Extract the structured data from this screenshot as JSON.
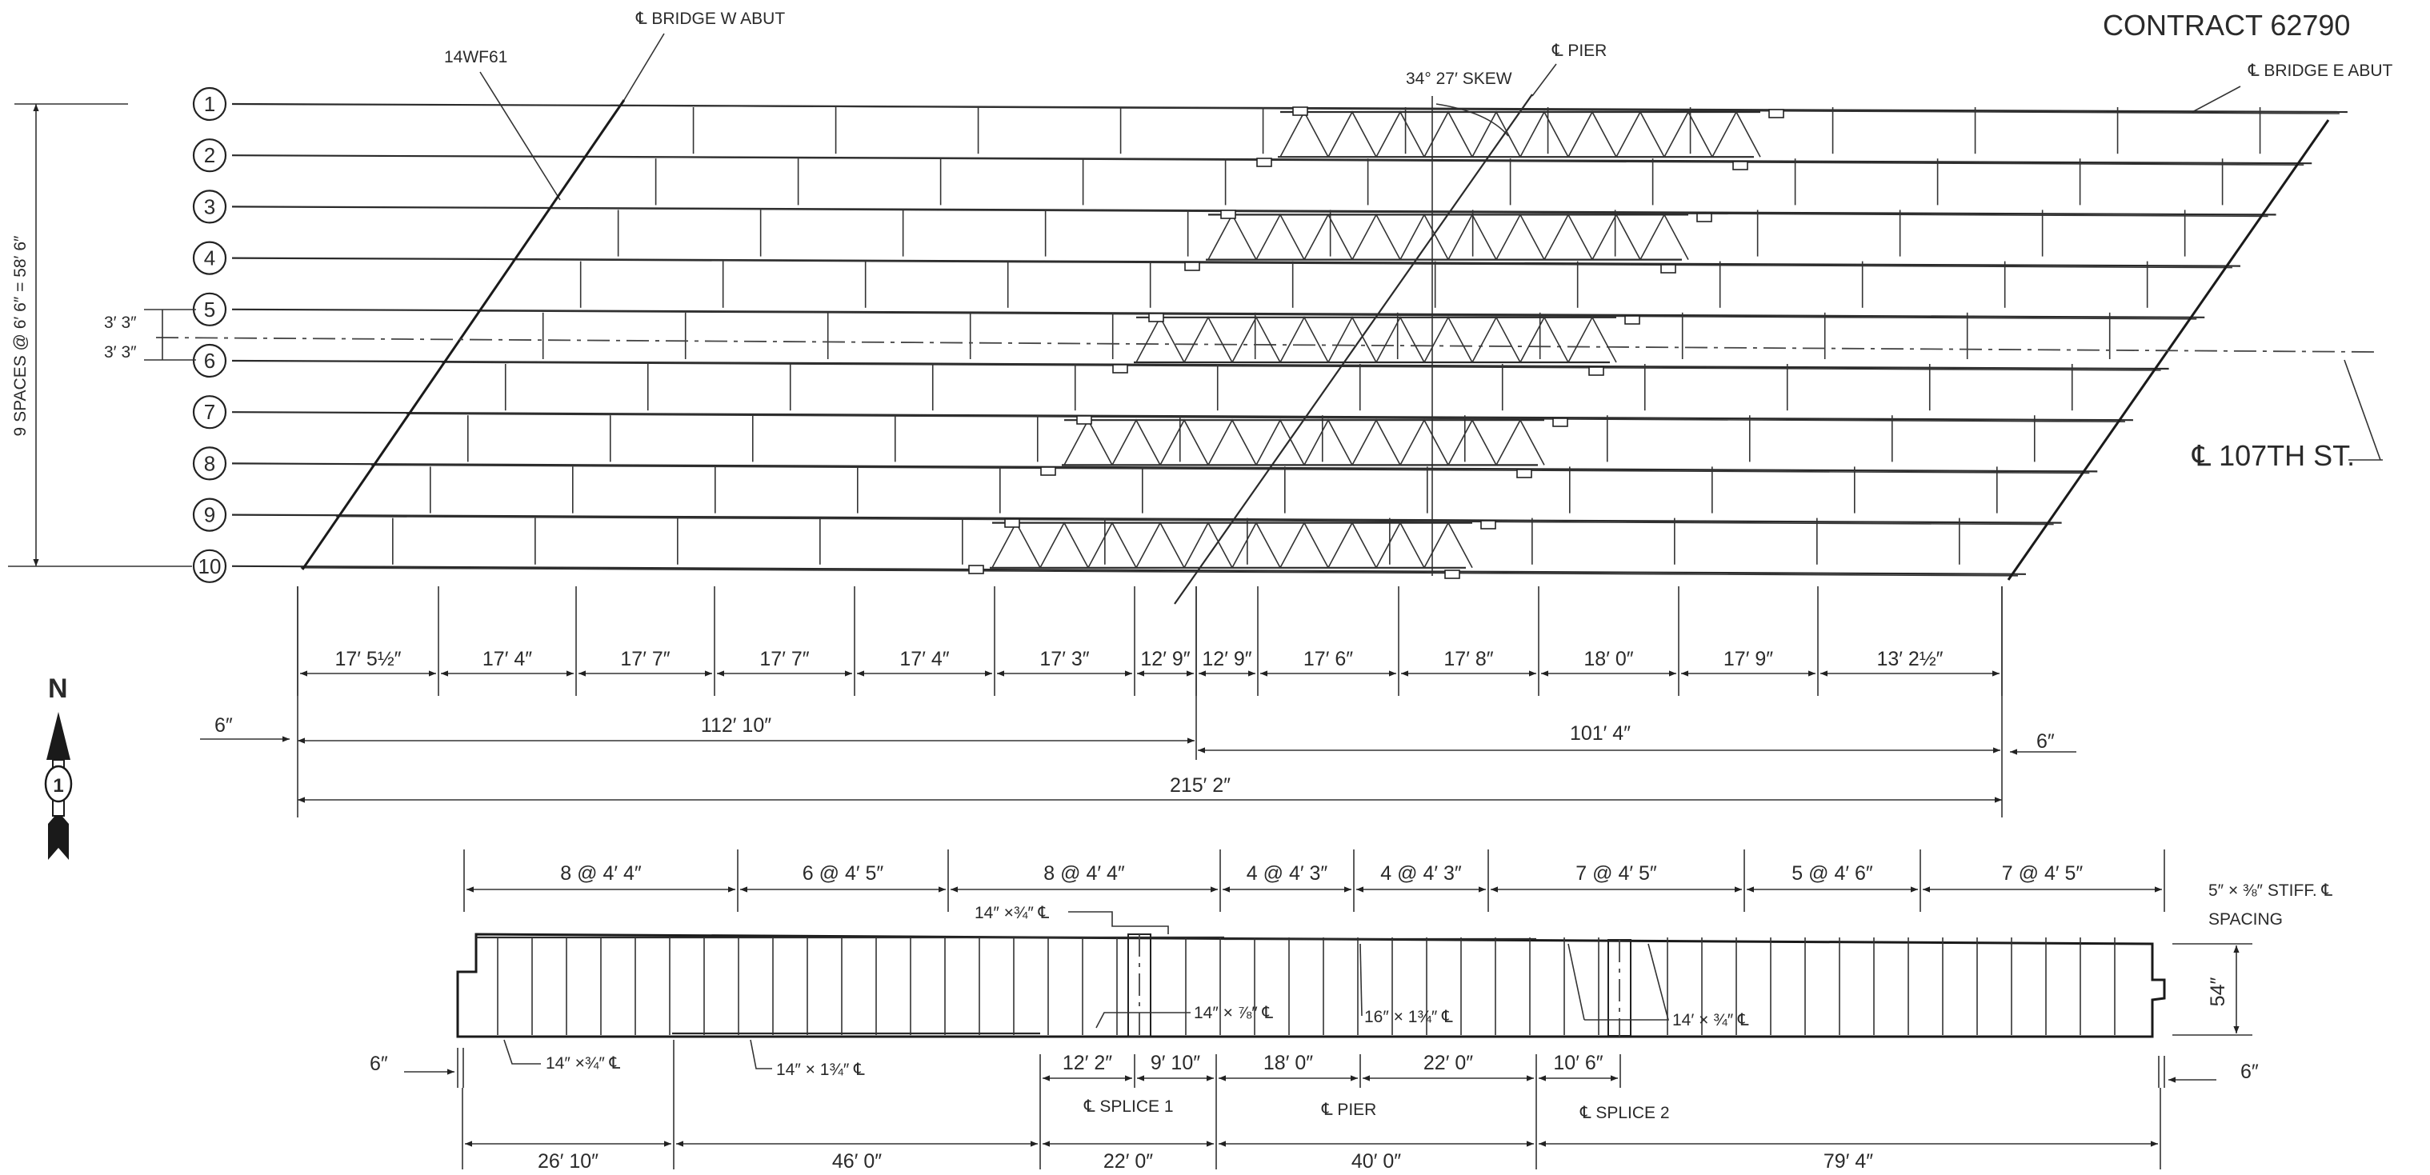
{
  "header": {
    "contract": "CONTRACT 62790",
    "girder_size": "14WF61",
    "west_abutment": "℄ BRIDGE W ABUT",
    "east_abutment": "℄ BRIDGE E ABUT",
    "pier": "℄ PIER",
    "skew": "34° 27′ SKEW",
    "street_cl": "℄ 107TH ST."
  },
  "girders": [
    "1",
    "2",
    "3",
    "4",
    "5",
    "6",
    "7",
    "8",
    "9",
    "10"
  ],
  "transverse": {
    "spacing_label": "9 SPACES @ 6′ 6″ = 58′ 6″",
    "half_up": "3′ 3″",
    "half_down": "3′ 3″"
  },
  "plan_dims": {
    "segments": [
      "17′ 5½″",
      "17′ 4″",
      "17′ 7″",
      "17′ 7″",
      "17′ 4″",
      "17′ 3″",
      "12′ 9″",
      "12′ 9″",
      "17′ 6″",
      "17′ 8″",
      "18′ 0″",
      "17′ 9″",
      "13′ 2½″"
    ],
    "west_span": "112′ 10″",
    "east_span": "101′ 4″",
    "overall": "215′ 2″",
    "end_west": "6″",
    "end_east": "6″"
  },
  "north_arrow": {
    "letter": "N",
    "badge": "1"
  },
  "elevation": {
    "stiffener_spacing": [
      "8 @ 4′ 4″",
      "6 @ 4′ 5″",
      "8 @ 4′ 4″",
      "4 @ 4′ 3″",
      "4 @ 4′ 3″",
      "7 @ 4′ 5″",
      "5 @ 4′ 6″",
      "7 @ 4′ 5″"
    ],
    "stiffener_label": "5″ × ⅜″ STIFF. ℄",
    "stiffener_label_2": "SPACING",
    "depth": "54″",
    "plates": {
      "p1": "14″ ×¾″ ℄",
      "p2": "14″ × ⅞″ ℄",
      "p3": "16″ × 1¾″ ℄",
      "p4": "14′ × ¾″ ℄",
      "p5": "14″ ×¾″ ℄",
      "p6": "14″ × 1¾″ ℄"
    },
    "detail_dims": [
      "12′ 2″",
      "9′ 10″",
      "18′ 0″",
      "22′ 0″",
      "10′ 6″"
    ],
    "splice1": "℄ SPLICE 1",
    "pier": "℄ PIER",
    "splice2": "℄ SPLICE 2",
    "end_west": "6″",
    "end_east": "6″",
    "bottom_dims": [
      "26′ 10″",
      "46′ 0″",
      "22′ 0″",
      "40′ 0″",
      "79′ 4″"
    ]
  }
}
